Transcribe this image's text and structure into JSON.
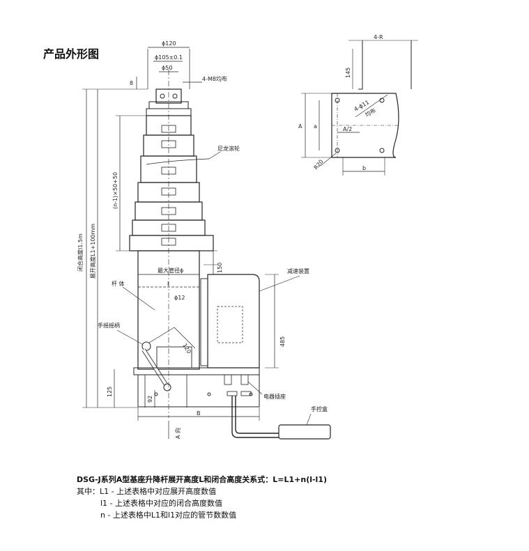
{
  "title": "产品外形图",
  "formula": {
    "main": "DSG-J系列A型基座升降杆展开高度L和闭合高度关系式：L=L1+n(l-l1)",
    "lines": [
      "其中：L1 - 上述表格中对应展开高度数值",
      "l1 - 上述表格中对应的闭合高度数值",
      "n - 上述表格中L1和l1对应的管节数数值"
    ]
  },
  "dims": {
    "d120": "ϕ120",
    "d105": "ϕ105±0.1",
    "d50": "ϕ50",
    "m8": "4-M8均布",
    "dim8": "8",
    "n_formula": "(n-1)×50+50",
    "lock": "尼龙滚轮",
    "closed_height": "闭合高度l1.5m",
    "open_height": "展开高度L1+100mm",
    "max_dia": "最大管径ϕ",
    "dim150": "150",
    "dim_l": "l",
    "dim_a_top": "A",
    "body": "杆 体",
    "d12": "ϕ12",
    "crank": "手摇摇柄",
    "dim120": "120",
    "dim125": "125",
    "dim92": "92",
    "dim_b": "B",
    "a_arrow": "A 向",
    "reducer": "减速装置",
    "dim485": "485",
    "motor": "电器插座",
    "remote": "手控盒",
    "r4": "4-R",
    "dim145": "145",
    "A": "A",
    "a": "a",
    "A2": "A/2",
    "holes": "4-ϕ11",
    "holes2": "均布",
    "r20": "R20",
    "b": "b"
  }
}
